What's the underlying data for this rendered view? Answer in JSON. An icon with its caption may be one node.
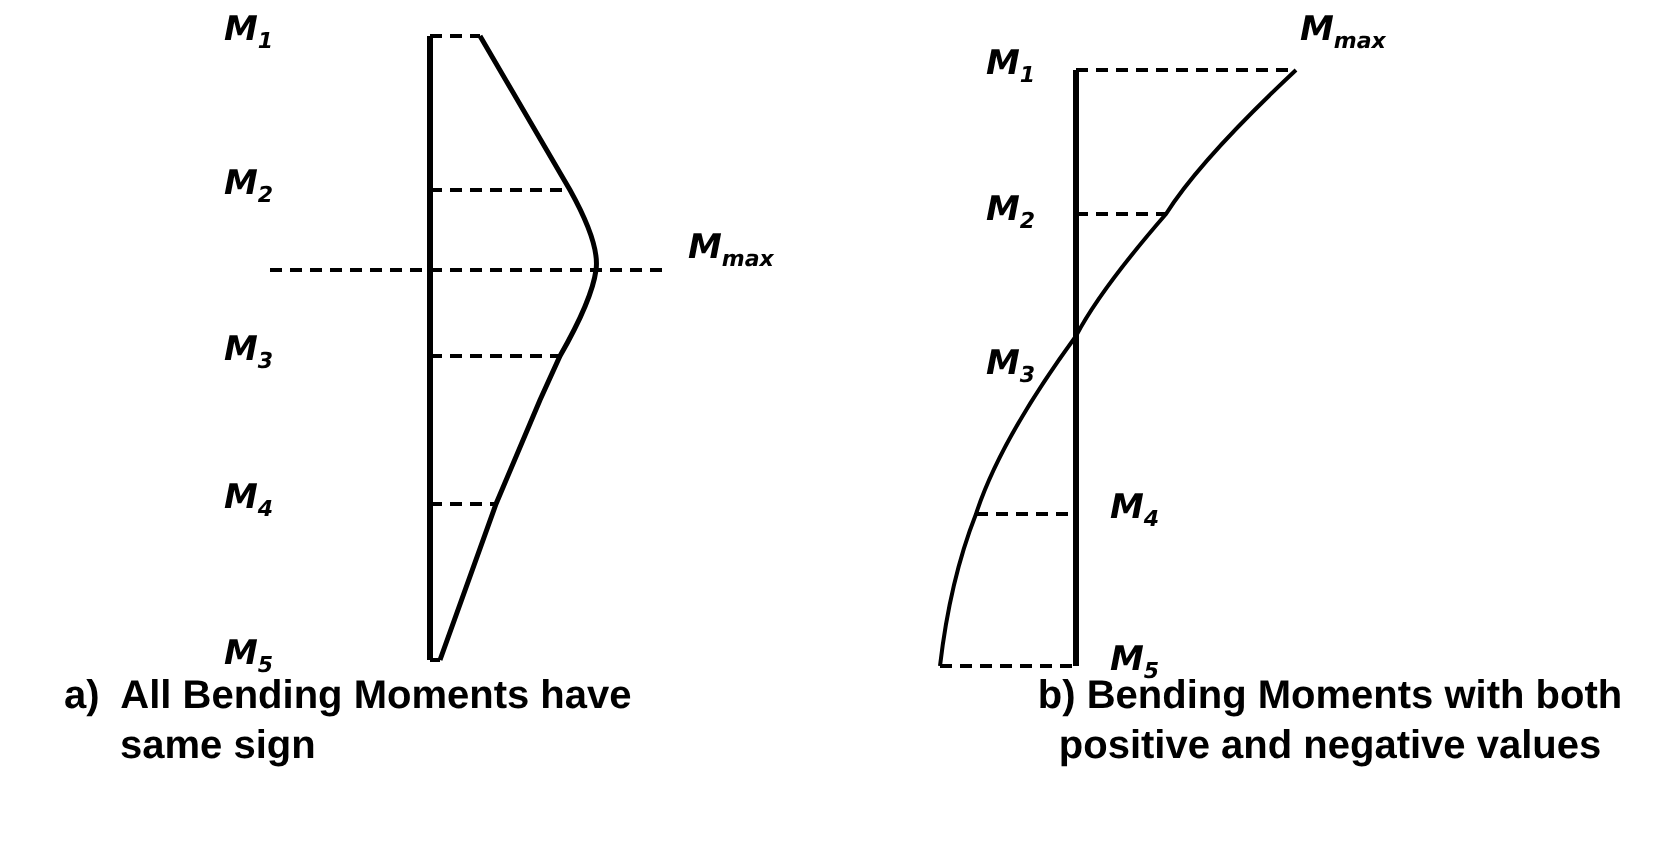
{
  "diagram": {
    "labels": [
      "M$_{1}$",
      "M$_{2}$",
      "M$_{max}$",
      "M$_{3}$",
      "M$_{4}$",
      "M$_{5}$",
      "M$_{1}$",
      "M$_{max}$",
      "M$_{2}$",
      "M$_{3}$",
      "M$_{4}$",
      "M$_{5}$",
      "a)  All Bending Moments have same sign",
      "b) Bending Moments with both positive and negative values"
    ]
  }
}
